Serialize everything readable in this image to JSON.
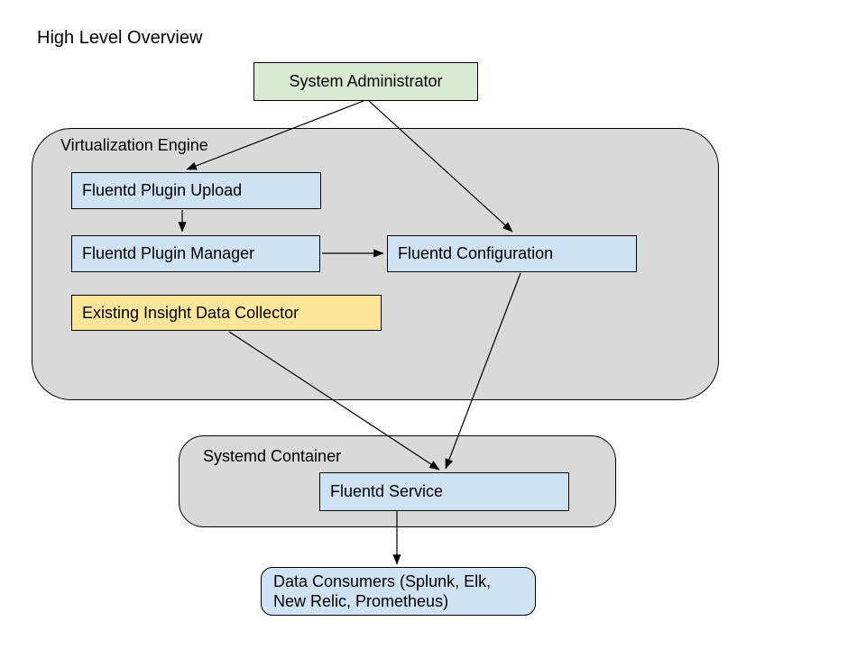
{
  "title": "High Level Overview",
  "containers": {
    "virtualization_engine": {
      "label": "Virtualization Engine"
    },
    "systemd_container": {
      "label": "Systemd Container"
    }
  },
  "nodes": {
    "system_administrator": {
      "label": "System Administrator",
      "color": "#d9ead3"
    },
    "fluentd_plugin_upload": {
      "label": "Fluentd Plugin Upload",
      "color": "#cfe2f3"
    },
    "fluentd_plugin_manager": {
      "label": "Fluentd Plugin Manager",
      "color": "#cfe2f3"
    },
    "fluentd_configuration": {
      "label": "Fluentd Configuration",
      "color": "#cfe2f3"
    },
    "existing_insight_data_collector": {
      "label": "Existing Insight Data Collector",
      "color": "#ffe599"
    },
    "fluentd_service": {
      "label": "Fluentd Service",
      "color": "#cfe2f3"
    },
    "data_consumers": {
      "label_line1": "Data Consumers (Splunk, Elk,",
      "label_line2": "New Relic, Prometheus)",
      "color": "#cfe2f3"
    }
  },
  "edges": [
    {
      "from": "System Administrator",
      "to": "Fluentd Plugin Upload"
    },
    {
      "from": "System Administrator",
      "to": "Fluentd Configuration"
    },
    {
      "from": "Fluentd Plugin Upload",
      "to": "Fluentd Plugin Manager"
    },
    {
      "from": "Fluentd Plugin Manager",
      "to": "Fluentd Configuration"
    },
    {
      "from": "Existing Insight Data Collector",
      "to": "Fluentd Service"
    },
    {
      "from": "Fluentd Configuration",
      "to": "Fluentd Service"
    },
    {
      "from": "Fluentd Service",
      "to": "Data Consumers"
    }
  ],
  "colors": {
    "container_fill": "#d9d9d9",
    "border": "#000000",
    "arrow": "#000000",
    "background": "#ffffff",
    "text": "#000000"
  }
}
